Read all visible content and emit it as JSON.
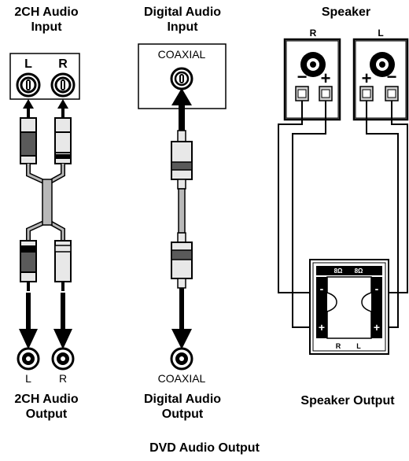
{
  "headings": {
    "ch2_input": {
      "line1": "2CH Audio",
      "line2": "Input"
    },
    "digital_input": {
      "line1": "Digital Audio",
      "line2": "Input"
    },
    "speaker": "Speaker",
    "ch2_output": {
      "line1": "2CH Audio",
      "line2": "Output"
    },
    "digital_output": {
      "line1": "Digital Audio",
      "line2": "Output"
    },
    "speaker_output": "Speaker Output",
    "footer": "DVD Audio Output"
  },
  "jack_labels": {
    "in_left": "L",
    "in_right": "R",
    "out_left": "L",
    "out_right": "R",
    "coaxial_in": "COAXIAL",
    "coaxial_out": "COAXIAL"
  },
  "speaker_labels": {
    "right_cab": "R",
    "left_cab": "L",
    "minus": "−",
    "plus": "+"
  },
  "terminal_block": {
    "ohm_left": "8Ω",
    "ohm_right": "8Ω",
    "bottom_r": "R",
    "bottom_l": "L",
    "minus": "-",
    "plus": "+"
  },
  "colors": {
    "ink": "#000000",
    "cable": "#b8b8b8",
    "plug_dark": "#5a5a5a",
    "plug_light": "#e8e8e8",
    "speaker_fill": "#d0d0d0"
  }
}
